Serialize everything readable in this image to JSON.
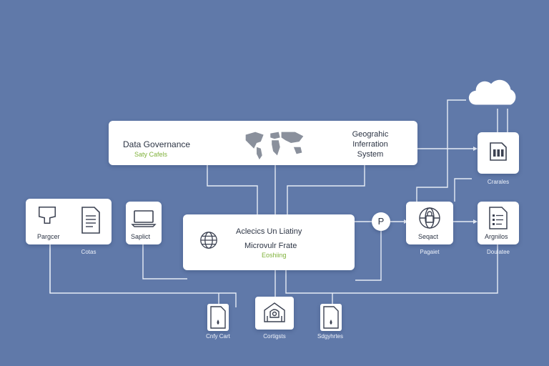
{
  "banner": {
    "left_title": "Data Governance",
    "left_subtitle": "Saty Cafels",
    "right_title_line1": "Geograhic",
    "right_title_line2": "Inferration",
    "right_title_line3": "System",
    "map_icon": "world-map-icon"
  },
  "center_card": {
    "title": "Aclecics Un Liatiny",
    "subtitle": "Microvulr Frate",
    "accent": "Eoshiing",
    "icon": "globe-icon"
  },
  "left_node": {
    "label": "Pargcer",
    "caption": "Cotas",
    "icon": "bookmark-icon",
    "doc_icon": "document-icon"
  },
  "mid_left_node": {
    "label": "Saplict",
    "icon": "laptop-icon"
  },
  "p_node": {
    "label": "P"
  },
  "right_node": {
    "label": "Seqact",
    "caption": "Pagaiet",
    "icon": "lock-globe-icon"
  },
  "far_right_node": {
    "label": "Argnilos",
    "caption": "Doulatee",
    "icon": "list-document-icon"
  },
  "top_right_node": {
    "caption": "Crarales",
    "icon": "file-table-icon",
    "cloud_icon": "cloud-icon"
  },
  "bottom_nodes": [
    {
      "label": "Cnfy Cart",
      "icon": "file-drop-icon"
    },
    {
      "label": "Cortigsts",
      "icon": "shield-building-icon"
    },
    {
      "label": "Sdgyhrtes",
      "icon": "file-drop-icon"
    }
  ],
  "colors": {
    "background": "#6079a9",
    "line": "#e6ecf6",
    "card": "#ffffff",
    "accent": "#7fb13a"
  }
}
